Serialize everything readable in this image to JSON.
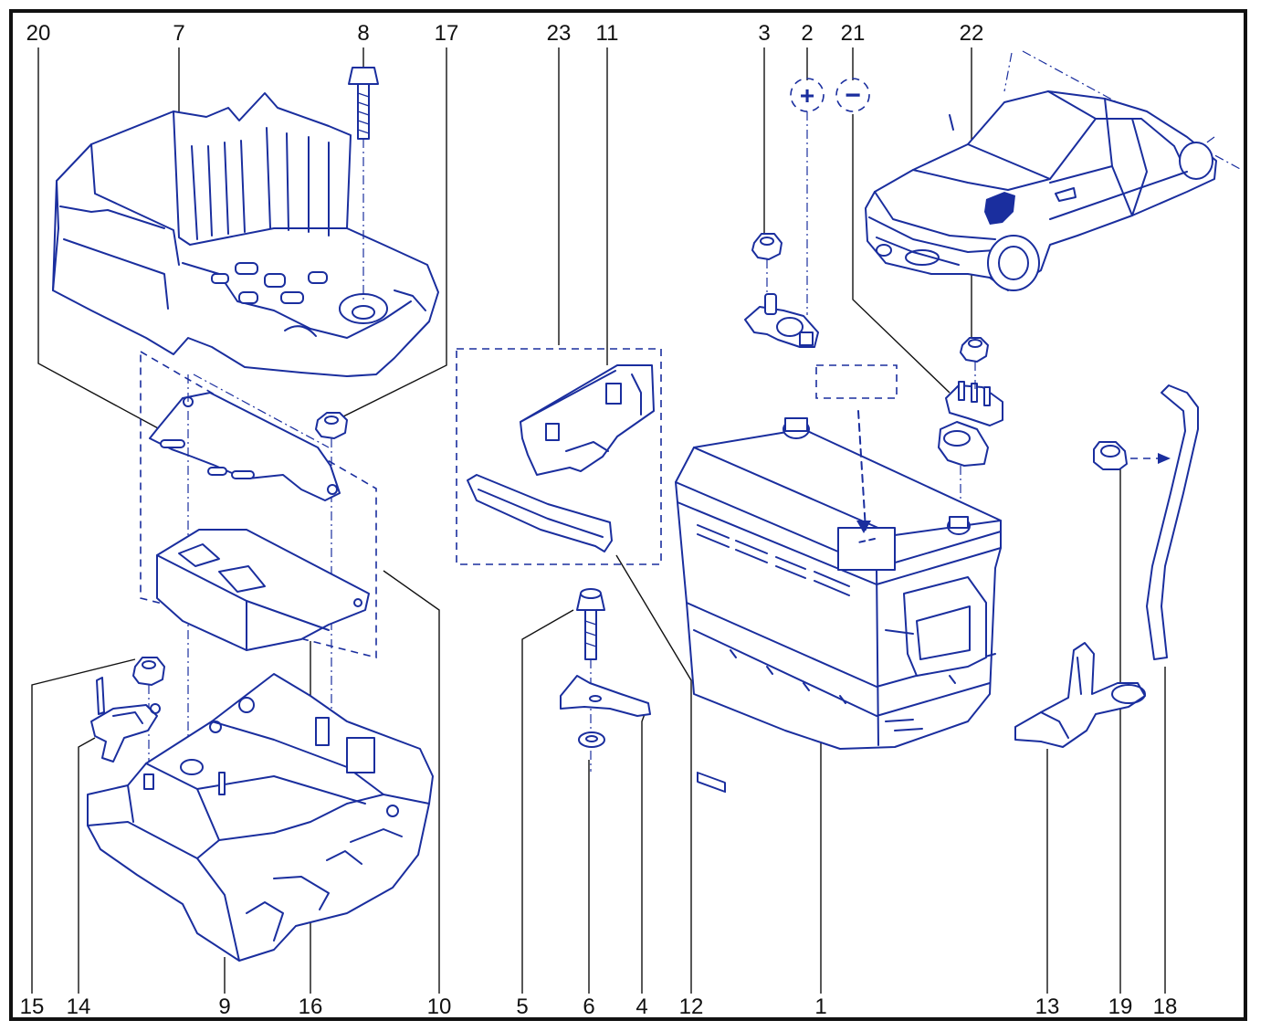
{
  "colors": {
    "ink": "#1a2e9e",
    "frame": "#111111",
    "fill": "#e8ecfb",
    "dark": "#1a2e9e"
  },
  "callouts_top": [
    "20",
    "7",
    "8",
    "17",
    "23",
    "11",
    "3",
    "2",
    "21",
    "22"
  ],
  "callouts_bottom": [
    "15",
    "14",
    "9",
    "16",
    "10",
    "5",
    "6",
    "4",
    "12",
    "1",
    "13",
    "19",
    "18"
  ],
  "terminals": {
    "positive": "+",
    "negative": "−"
  }
}
